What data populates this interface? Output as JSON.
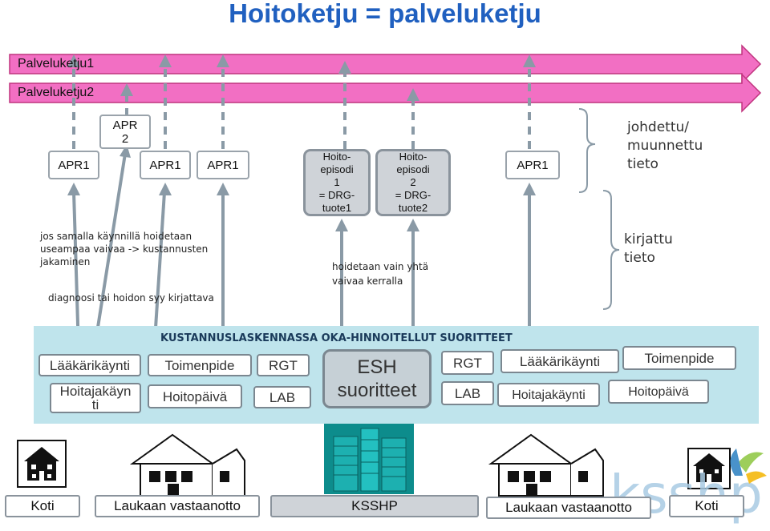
{
  "title": "Hoitoketju = palveluketju",
  "bands": [
    "Palveluketju1",
    "Palveluketju2"
  ],
  "top_boxes": {
    "apr1_a": "APR1",
    "apr2": "APR\n2",
    "apr1_b": "APR1",
    "apr1_c": "APR1",
    "hoitoepisodi1": "Hoito-\nepisodi\n1\n= DRG-\ntuote1",
    "hoitoepisodi2": "Hoito-\nepisodi\n2\n= DRG-\ntuote2",
    "apr1_d": "APR1"
  },
  "notes": {
    "johdettu": "johdettu/\nmuunnettu\ntieto",
    "kirjattu": "kirjattu\ntieto",
    "samalla": "jos samalla käynnillä hoidetaan\nuseampaa vaivaa -> kustannusten\njakaminen",
    "diagnoosi": "diagnoosi tai hoidon syy kirjattava",
    "vain_yhta": "hoidetaan vain yhtä\nvaivaa kerralla"
  },
  "panel": {
    "title": "KUSTANNUSLASKENNASSA OKA-HINNOITELLUT SUORITTEET",
    "items": {
      "laakarikaynti_l": "Lääkärikäynti",
      "hoitajakaynti_l": "Hoitajakäyn\nti",
      "toimenpide_l": "Toimenpide",
      "hoitopaiva_l": "Hoitopäivä",
      "rgt_l": "RGT",
      "lab_l": "LAB",
      "esh": "ESH\nsuoritteet",
      "rgt_r": "RGT",
      "lab_r": "LAB",
      "laakarikaynti_r": "Lääkärikäynti",
      "hoitajakaynti_r": "Hoitajakäynti",
      "toimenpide_r": "Toimenpide",
      "hoitopaiva_r": "Hoitopäivä"
    }
  },
  "locations": [
    "Koti",
    "Laukaan vastaanotto",
    "KSSHP",
    "Laukaan vastaanotto",
    "Koti"
  ],
  "logo_text": "ksshp",
  "colors": {
    "band": "#f26fc3",
    "band_edge": "#c0357f",
    "title": "#2060c0",
    "panel": "#bfe4ec",
    "arrow": "#8a9aa6"
  }
}
